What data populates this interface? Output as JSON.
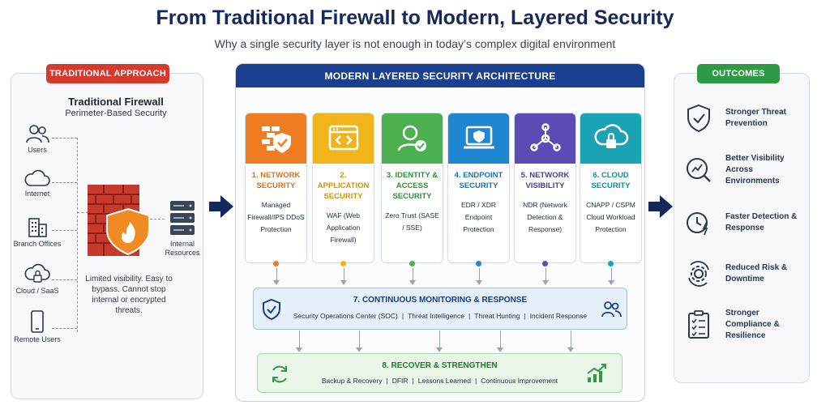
{
  "header": {
    "title": "From Traditional Firewall to Modern, Layered Security",
    "subtitle": "Why a single security layer is not enough in today’s complex digital environment"
  },
  "traditional": {
    "badge": "TRADITIONAL APPROACH",
    "title": "Traditional Firewall",
    "subtitle": "Perimeter-Based Security",
    "sources": [
      {
        "label": "Users",
        "icon": "users-icon"
      },
      {
        "label": "Internet",
        "icon": "cloud-icon"
      },
      {
        "label": "Branch Offices",
        "icon": "building-icon"
      },
      {
        "label": "Cloud / SaaS",
        "icon": "cloud-lock-icon"
      },
      {
        "label": "Remote Users",
        "icon": "phone-icon"
      }
    ],
    "resources_label": "Internal Resources",
    "note": "Limited visibility. Easy to bypass. Cannot stop internal or encrypted threats."
  },
  "modern": {
    "header": "MODERN LAYERED SECURITY ARCHITECTURE",
    "layers": [
      {
        "title": "1. NETWORK SECURITY",
        "desc": "Managed Firewall/IPS DDoS Protection",
        "color": "#ee7c22",
        "icon": "firewall-shield-icon"
      },
      {
        "title": "2. APPLICATION SECURITY",
        "desc": "WAF (Web Application Firewall)",
        "color": "#f1b51c",
        "icon": "browser-icon"
      },
      {
        "title": "3. IDENTITY & ACCESS SECURITY",
        "desc": "Zero Trust (SASE / SSE)",
        "color": "#4cb050",
        "icon": "user-check-icon"
      },
      {
        "title": "4. ENDPOINT SECURITY",
        "desc": "EDR / XDR Endpoint Protection",
        "color": "#1f86d1",
        "icon": "laptop-shield-icon"
      },
      {
        "title": "5. NETWORK VISIBILITY",
        "desc": "NDR (Network Detection & Response)",
        "color": "#5a4bb5",
        "icon": "network-nodes-icon"
      },
      {
        "title": "6. CLOUD SECURITY",
        "desc": "CNAPP / CSPM Cloud Workload Protection",
        "color": "#1aa3b3",
        "icon": "cloud-lock-icon"
      }
    ],
    "monitoring": {
      "title": "7. CONTINUOUS MONITORING & RESPONSE",
      "items": [
        "Security Operations Center (SOC)",
        "Threat Intelligence",
        "Threat Hunting",
        "Incident Response"
      ]
    },
    "recover": {
      "title": "8. RECOVER & STRENGTHEN",
      "items": [
        "Backup & Recovery",
        "DFIR",
        "Lessons Learned",
        "Continuous Improvement"
      ]
    }
  },
  "outcomes": {
    "badge": "OUTCOMES",
    "items": [
      {
        "label": "Stronger Threat Prevention",
        "icon": "shield-check-icon"
      },
      {
        "label": "Better Visibility Across Environments",
        "icon": "visibility-chart-icon"
      },
      {
        "label": "Faster Detection & Response",
        "icon": "clock-bolt-icon"
      },
      {
        "label": "Reduced Risk & Downtime",
        "icon": "gear-cycle-icon"
      },
      {
        "label": "Stronger Compliance & Resilience",
        "icon": "checklist-icon"
      }
    ]
  }
}
